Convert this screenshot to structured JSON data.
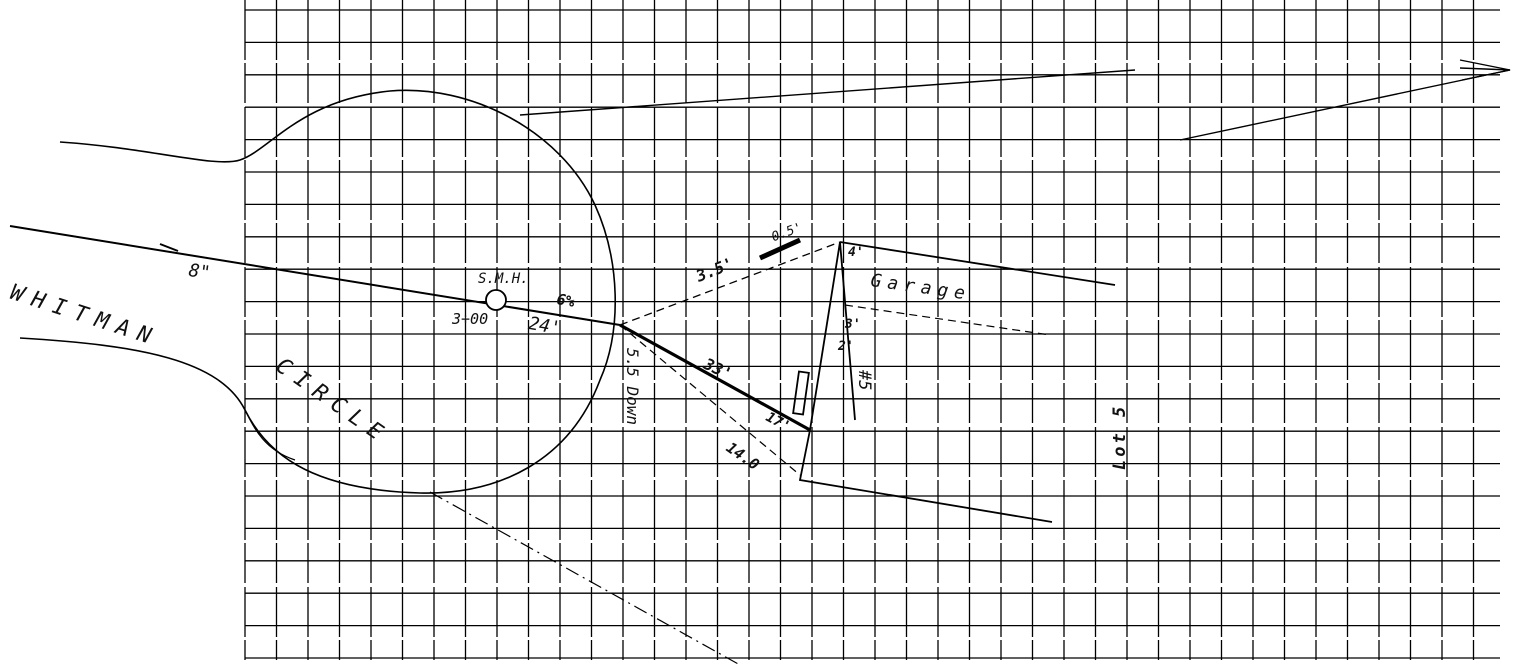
{
  "sketch": {
    "street_name_1": "WHITMAN",
    "street_name_2": "CIRCLE",
    "pipe_size": "8\"",
    "manhole_label": "S.M.H.",
    "station_label": "3+00",
    "slope_label": "6%",
    "pipe_length": "24'",
    "depth_note": "5.5 Down",
    "lateral_length": "33'",
    "bend_label_1": "3.5'",
    "bend_label_2": "17'",
    "bend_label_3": "14.0",
    "cleanout_label": "0.5'",
    "building_label": "Garage",
    "house_number": "#5",
    "lot_label": "Lot 5",
    "tie_label_1": "4'",
    "tie_label_2": "3'",
    "tie_label_3": "2'"
  }
}
